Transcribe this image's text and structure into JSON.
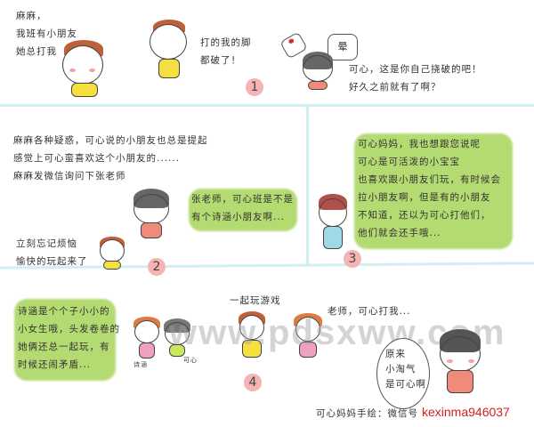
{
  "panel1": {
    "lines_left": [
      "麻麻，",
      "我班有小朋友",
      "她总打我"
    ],
    "lines_mid": [
      "打的我的脚",
      "都破了！"
    ],
    "dizzy": "晕",
    "lines_right": [
      "可心，这是你自己挠破的吧！",
      "好久之前就有了啊？"
    ],
    "number": "1"
  },
  "panel2": {
    "lines_top": [
      "麻麻各种疑惑，可心说的小朋友也总是提起",
      "感觉上可心蛮喜欢这个小朋友的......",
      "麻麻发微信询问下张老师"
    ],
    "bubble": [
      "张老师，可心班是不是",
      "有个诗涵小朋友啊..."
    ],
    "lines_bottom": [
      "立刻忘记烦恼",
      "愉快的玩起来了"
    ],
    "number": "2"
  },
  "panel3": {
    "bubble": [
      "可心妈妈，我也想跟您说呢",
      "可心是可活泼的小宝宝",
      "也喜欢跟小朋友们玩，有时候会",
      "拉小朋友啊，但是有的小朋友",
      "不知道，还以为可心打他们，",
      "他们就会还手哦..."
    ],
    "number": "3"
  },
  "panel4": {
    "bubble": [
      "诗涵是个个子小小的",
      "小女生哦，头发卷卷的",
      "她俩还总一起玩，有",
      "时候还闹矛盾..."
    ],
    "label_shihan": "诗涵",
    "label_kexin": "可心",
    "play_together": "一起玩游戏",
    "teacher_hit": "老师，可心打我...",
    "speech": [
      "原来",
      "小淘气",
      "是可心啊"
    ],
    "number": "4"
  },
  "watermark": "www.pdsxww.com",
  "signature": {
    "label": "可心妈妈手绘：微信号",
    "id": "kexinma946037"
  },
  "colors": {
    "highlight": "#a8d45a",
    "number_badge": "#f6b3b3",
    "divider": "#cfeff3",
    "signature_id": "#d02020"
  }
}
